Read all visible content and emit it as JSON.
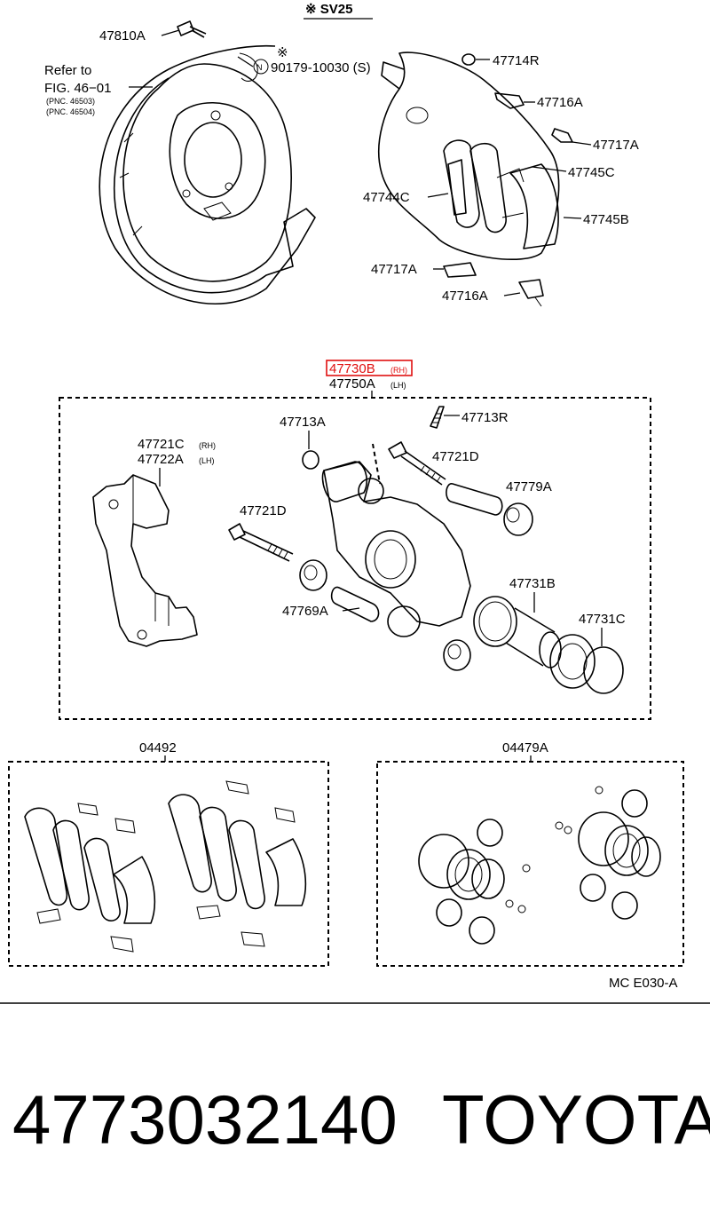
{
  "header": {
    "title": "※ SV25"
  },
  "callouts": {
    "p47810A": "47810A",
    "refer_to": "Refer to",
    "fig": "FIG. 46−01",
    "pnc1": "(PNC. 46503)",
    "pnc2": "(PNC. 46504)",
    "note_mark": "※",
    "n_symbol": "N",
    "p90179": "90179-10030 (S)",
    "p47714R": "47714R",
    "p47716A_top": "47716A",
    "p47717A_top": "47717A",
    "p47745C": "47745C",
    "p47744C": "47744C",
    "p47745B": "47745B",
    "p47717A_bot": "47717A",
    "p47716A_bot": "47716A",
    "p47730B": "47730B",
    "p47730B_sfx": "(RH)",
    "p47750A": "47750A",
    "p47750A_sfx": "(LH)",
    "p47713A": "47713A",
    "p47713R": "47713R",
    "p47721C": "47721C",
    "p47721C_sfx": "(RH)",
    "p47722A": "47722A",
    "p47722A_sfx": "(LH)",
    "p47721D_top": "47721D",
    "p47779A": "47779A",
    "p47721D_left": "47721D",
    "p47731B": "47731B",
    "p47769A": "47769A",
    "p47731C": "47731C",
    "kit1": "04492",
    "kit2": "04479A",
    "footer_code": "MC  E030-A"
  },
  "highlight_color": "#e01010",
  "footer": {
    "part_number": "4773032140",
    "brand": "TOYOTA"
  }
}
